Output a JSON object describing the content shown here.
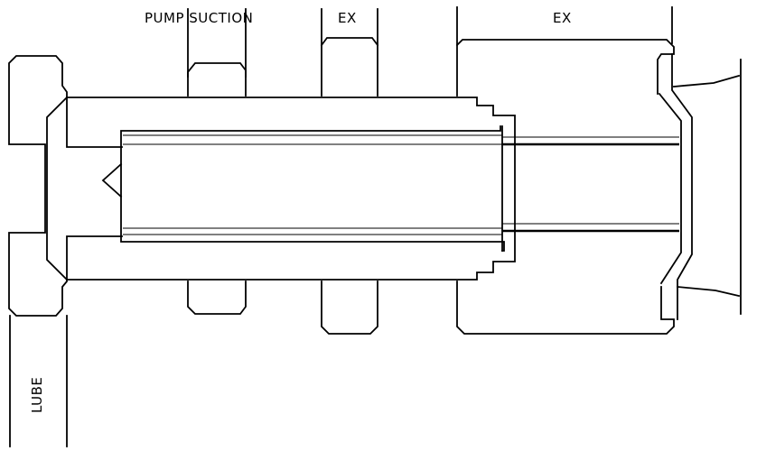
{
  "labels": {
    "pump_suction": "PUMP SUCTION",
    "ex_left": "EX",
    "ex_right": "EX",
    "lube": "LUBE"
  },
  "colors": {
    "line": "#000000",
    "background": "#ffffff"
  }
}
